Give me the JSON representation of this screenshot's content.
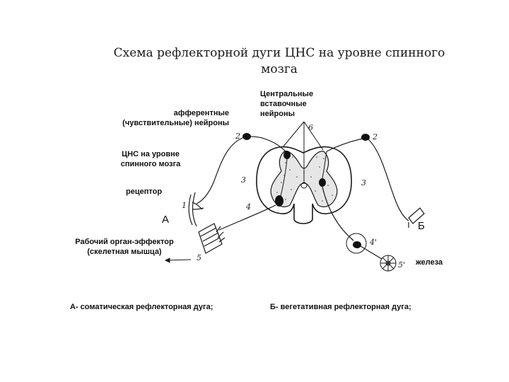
{
  "title": "Схема рефлекторной дуги ЦНС на уровне спинного мозга",
  "labels": {
    "central_neurons": "Центральные вставочные нейроны",
    "afferent": "афферентные (чувствительные) нейроны",
    "cns": "ЦНС на уровне спинного мозга",
    "receptor": "рецептор",
    "letter_a": "А",
    "letter_b": "Б",
    "effector": "Рабочий орган-эффектор (скелетная мышца)",
    "gland": "железа",
    "caption_a": "А- соматическая рефлекторная дуга;",
    "caption_b": "Б- вегетативная рефлекторная дуга;"
  },
  "figure_numbers": {
    "n1": "1",
    "n2_left": "2",
    "n2_right": "2",
    "n3_left": "3",
    "n3_right": "3",
    "n4": "4",
    "n4p": "4'",
    "n5": "5",
    "n5p": "5'",
    "n6": "6"
  },
  "colors": {
    "ink": "#1a1a1a",
    "background": "#ffffff"
  }
}
